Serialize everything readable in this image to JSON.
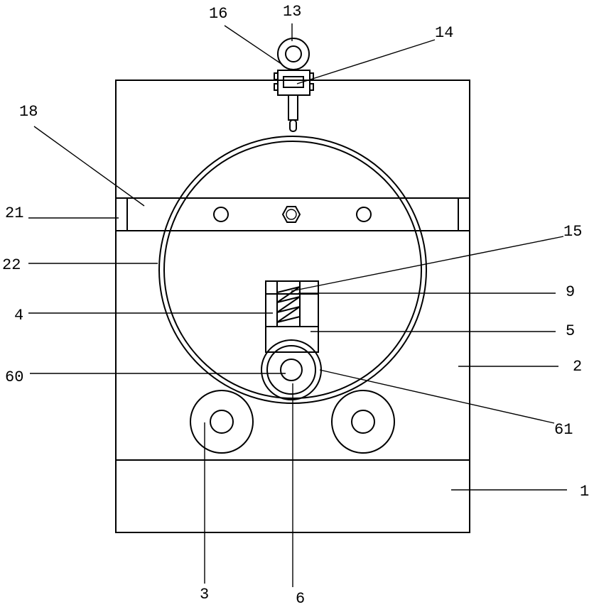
{
  "labels": {
    "l1": "1",
    "l2": "2",
    "l3": "3",
    "l4": "4",
    "l5": "5",
    "l6": "6",
    "l9": "9",
    "l13": "13",
    "l14": "14",
    "l15": "15",
    "l16": "16",
    "l18": "18",
    "l21": "21",
    "l22": "22",
    "l60": "60",
    "l61": "61"
  },
  "colors": {
    "line": "#000000",
    "background": "#ffffff"
  }
}
